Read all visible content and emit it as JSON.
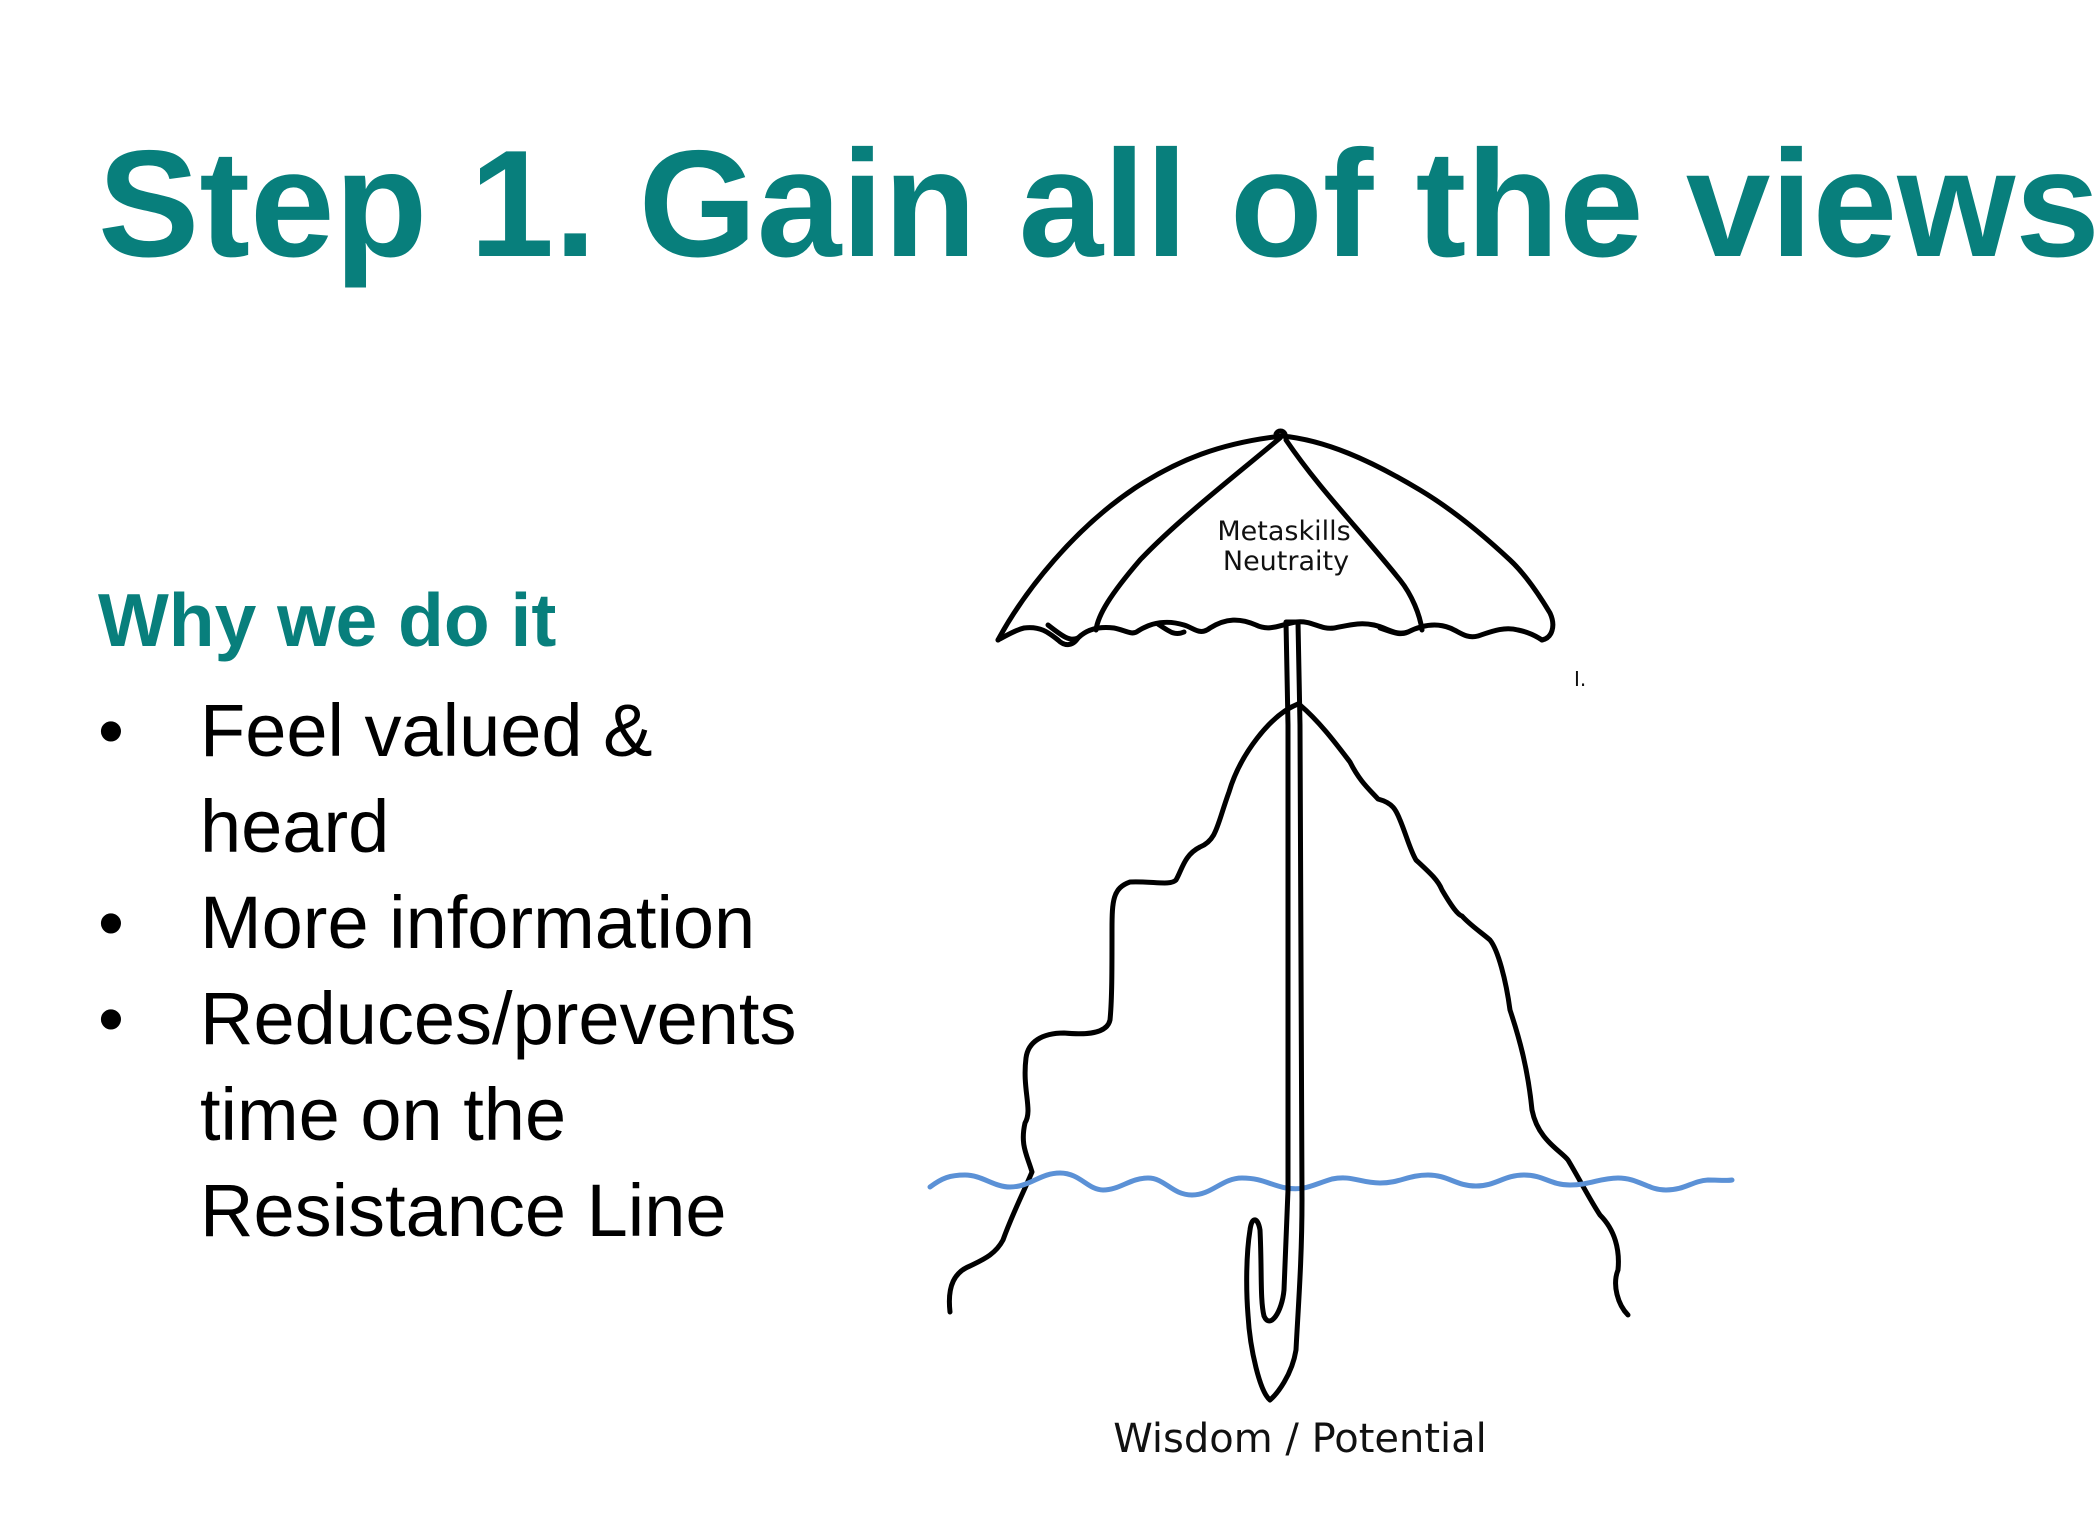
{
  "slide": {
    "title": "Step 1. Gain all of the views",
    "section_heading": "Why we do it",
    "bullets": [
      {
        "marker": "•",
        "text": "Feel valued & heard"
      },
      {
        "marker": "•",
        "text": "More information"
      },
      {
        "marker": "•",
        "text": "Reduces/prevents time on the Resistance Line"
      }
    ]
  },
  "diagram": {
    "umbrella_label_top": "Metaskills",
    "umbrella_label_bottom": "Neutraity",
    "bottom_caption": "Wisdom / Potential",
    "side_mark": "I."
  },
  "colors": {
    "accent": "#087f7c",
    "text": "#000000",
    "water": "#5b91d6",
    "background": "#ffffff"
  }
}
